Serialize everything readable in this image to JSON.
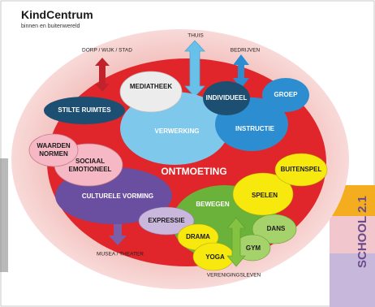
{
  "header": {
    "title": "KindCentrum",
    "subtitle": "binnen en buitenwereld"
  },
  "center_label": "ONTMOETING",
  "nodes": {
    "mediatheek": "MEDIATHEEK",
    "stilte_ruimtes": "STILTE RUIMTES",
    "verwerking": "VERWERKING",
    "individueel": "INDIVIDUEEL",
    "groep": "GROEP",
    "instructie": "INSTRUCTIE",
    "waarden_normen_1": "WAARDEN",
    "waarden_normen_2": "NORMEN",
    "sociaal_emotioneel_1": "SOCIAAL",
    "sociaal_emotioneel_2": "EMOTIONEEL",
    "culturele_vorming": "CULTURELE VORMING",
    "buitenspel": "BUITENSPEL",
    "spelen": "SPELEN",
    "bewegen": "BEWEGEN",
    "expressie": "EXPRESSIE",
    "drama": "DRAMA",
    "dans": "DANS",
    "gym": "GYM",
    "yoga": "YOGA"
  },
  "external": {
    "dorp": "DORP / WIJK / STAD",
    "thuis": "THUIS",
    "bedrijven": "BEDRIJVEN",
    "musea": "MUSEA / THEATER",
    "verenigingsleven": "VERENIGINGSLEVEN"
  },
  "side_banner": "SCHOOL 2.1",
  "colors": {
    "outer_glow": "#f2c7c4",
    "red_core": "#e0262a",
    "light_blue": "#7ec8ec",
    "navy": "#1d4f72",
    "mid_blue": "#2c8ed0",
    "pink": "#f6b8c4",
    "purple": "#6a4ea0",
    "green": "#6bb23a",
    "yellow": "#f7e90e",
    "lilac": "#c9b7dc",
    "arrow_red": "#c0232b",
    "arrow_blue": "#69c0e8",
    "arrow_purple": "#7c5ea8",
    "arrow_green": "#84c341"
  }
}
